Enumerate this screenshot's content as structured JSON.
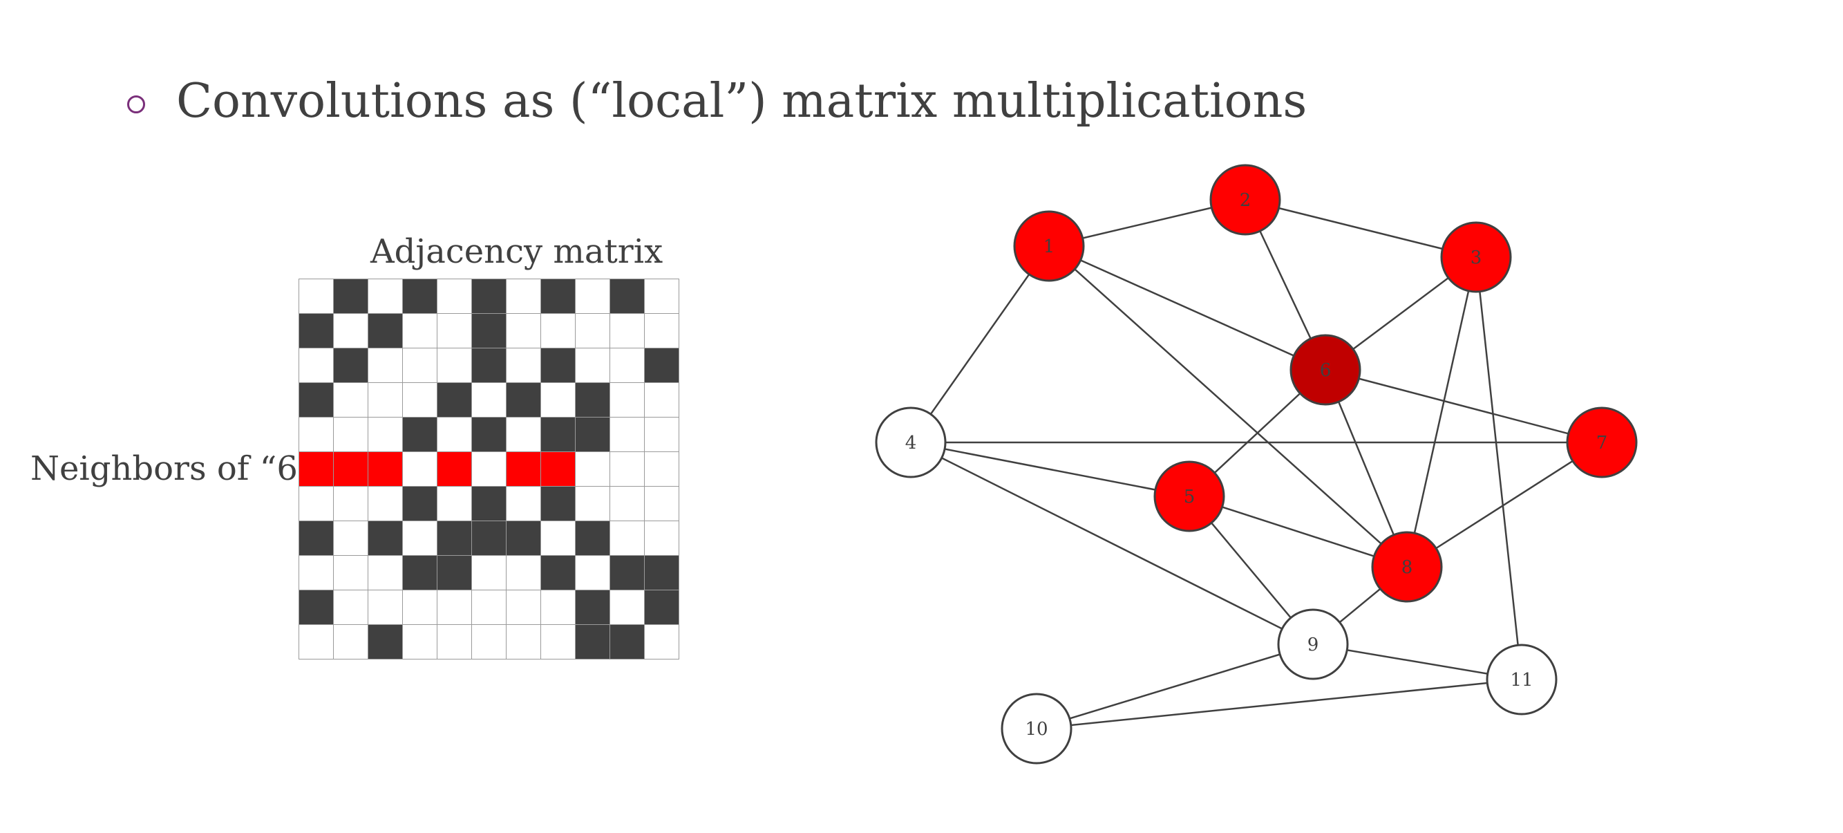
{
  "slide": {
    "title": "Convolutions as (“local”) matrix multiplications",
    "bullet_icon": "hollow-circle-bullet-icon"
  },
  "matrix": {
    "title": "Adjacency matrix",
    "row_label": "Neighbors of “6”",
    "highlight_row": 5,
    "colors": {
      "filled": "#404040",
      "empty": "#ffffff",
      "highlight": "#ff0000",
      "grid": "#9a9a9a"
    },
    "cells": [
      [
        0,
        1,
        0,
        1,
        0,
        1,
        0,
        1,
        0,
        1,
        0
      ],
      [
        1,
        0,
        1,
        0,
        0,
        1,
        0,
        0,
        0,
        0,
        0
      ],
      [
        0,
        1,
        0,
        0,
        0,
        1,
        0,
        1,
        0,
        0,
        1
      ],
      [
        1,
        0,
        0,
        0,
        1,
        0,
        1,
        0,
        1,
        0,
        0
      ],
      [
        0,
        0,
        0,
        1,
        0,
        1,
        0,
        1,
        1,
        0,
        0
      ],
      [
        1,
        1,
        1,
        0,
        1,
        0,
        1,
        1,
        0,
        0,
        0
      ],
      [
        0,
        0,
        0,
        1,
        0,
        1,
        0,
        1,
        0,
        0,
        0
      ],
      [
        1,
        0,
        1,
        0,
        1,
        1,
        1,
        0,
        1,
        0,
        0
      ],
      [
        0,
        0,
        0,
        1,
        1,
        0,
        0,
        1,
        0,
        1,
        1
      ],
      [
        1,
        0,
        0,
        0,
        0,
        0,
        0,
        0,
        1,
        0,
        1
      ],
      [
        0,
        0,
        1,
        0,
        0,
        0,
        0,
        0,
        1,
        1,
        0
      ]
    ]
  },
  "graph": {
    "colors": {
      "neighbor_fill": "#ff0000",
      "center_fill": "#c00000",
      "plain_fill": "#ffffff",
      "stroke": "#404040"
    },
    "nodes": [
      {
        "id": "1",
        "label": "1",
        "type": "neighbor"
      },
      {
        "id": "2",
        "label": "2",
        "type": "neighbor"
      },
      {
        "id": "3",
        "label": "3",
        "type": "neighbor"
      },
      {
        "id": "4",
        "label": "4",
        "type": "plain"
      },
      {
        "id": "5",
        "label": "5",
        "type": "neighbor"
      },
      {
        "id": "6",
        "label": "6",
        "type": "center"
      },
      {
        "id": "7",
        "label": "7",
        "type": "neighbor"
      },
      {
        "id": "8",
        "label": "8",
        "type": "neighbor"
      },
      {
        "id": "9",
        "label": "9",
        "type": "plain"
      },
      {
        "id": "10",
        "label": "10",
        "type": "plain"
      },
      {
        "id": "11",
        "label": "11",
        "type": "plain"
      }
    ],
    "edges": [
      [
        "1",
        "2"
      ],
      [
        "2",
        "3"
      ],
      [
        "1",
        "4"
      ],
      [
        "1",
        "6"
      ],
      [
        "1",
        "8"
      ],
      [
        "2",
        "6"
      ],
      [
        "3",
        "6"
      ],
      [
        "3",
        "8"
      ],
      [
        "3",
        "11"
      ],
      [
        "4",
        "7"
      ],
      [
        "4",
        "5"
      ],
      [
        "4",
        "9"
      ],
      [
        "6",
        "5"
      ],
      [
        "6",
        "7"
      ],
      [
        "6",
        "8"
      ],
      [
        "5",
        "8"
      ],
      [
        "5",
        "9"
      ],
      [
        "7",
        "8"
      ],
      [
        "8",
        "9"
      ],
      [
        "9",
        "10"
      ],
      [
        "9",
        "11"
      ],
      [
        "10",
        "11"
      ]
    ]
  }
}
